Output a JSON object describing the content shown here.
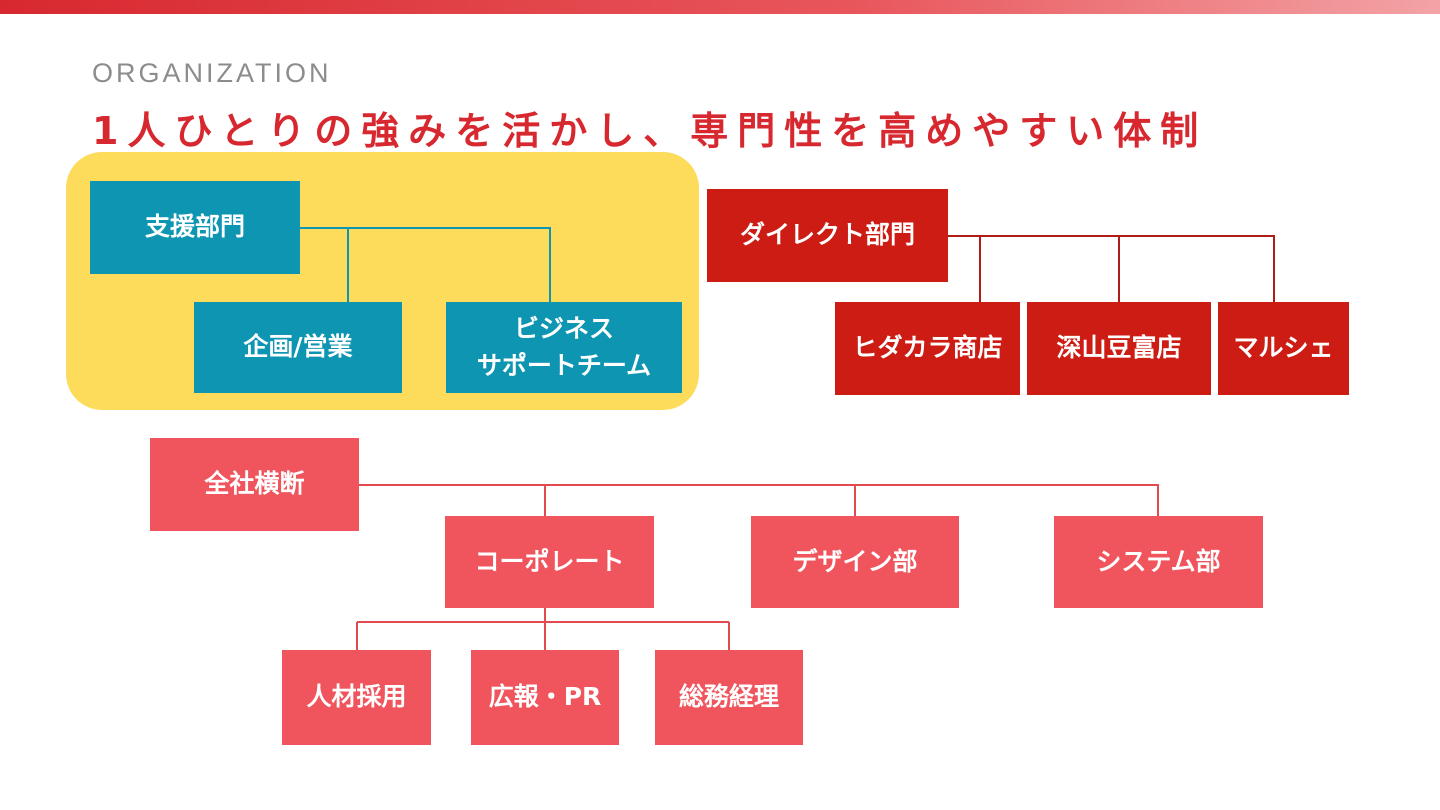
{
  "eyebrow": "ORGANIZATION",
  "headline": "1人ひとりの強みを活かし、専門性を高めやすい体制",
  "colors": {
    "top_bar": "#d7282f",
    "eyebrow_text": "#8c8c8c",
    "headline_text": "#d7282f",
    "support_group_bg": "#fddc5c",
    "support_nodes": "#0e95b2",
    "direct_nodes": "#cc1c13",
    "companywide_nodes": "#f0545c",
    "node_text": "#ffffff"
  },
  "support": {
    "head": "支援部門",
    "children": [
      "企画/営業",
      "ビジネス\nサポートチーム"
    ]
  },
  "direct": {
    "head": "ダイレクト部門",
    "children": [
      "ヒダカラ商店",
      "深山豆富店",
      "マルシェ"
    ]
  },
  "companywide": {
    "head": "全社横断",
    "children": [
      "コーポレート",
      "デザイン部",
      "システム部"
    ],
    "corporate_children": [
      "人材採用",
      "広報・PR",
      "総務経理"
    ]
  }
}
